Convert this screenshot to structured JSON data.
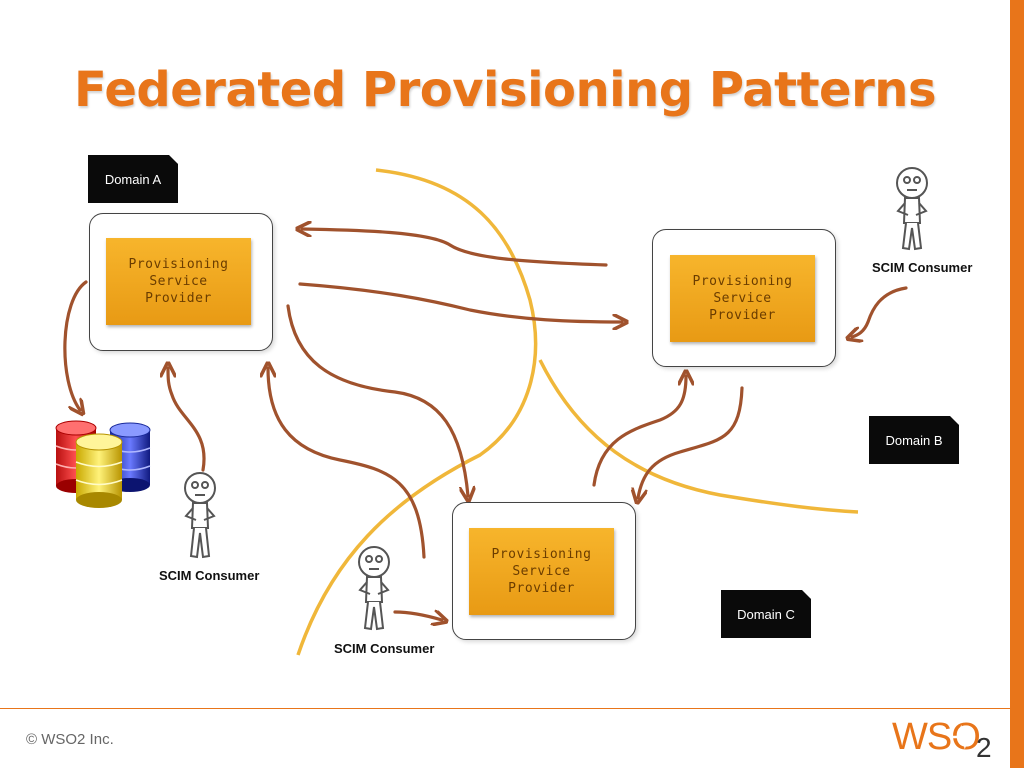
{
  "slide": {
    "title": "Federated Provisioning Patterns"
  },
  "domains": [
    {
      "id": "a",
      "label": "Domain A"
    },
    {
      "id": "b",
      "label": "Domain B"
    },
    {
      "id": "c",
      "label": "Domain C"
    }
  ],
  "service_providers": [
    {
      "id": "a",
      "label": "Provisioning\nService\nProvider"
    },
    {
      "id": "b",
      "label": "Provisioning\nService\nProvider"
    },
    {
      "id": "c",
      "label": "Provisioning\nService\nProvider"
    }
  ],
  "consumers": [
    {
      "id": "a",
      "label": "SCIM Consumer"
    },
    {
      "id": "b",
      "label": "SCIM Consumer"
    },
    {
      "id": "c",
      "label": "SCIM Consumer"
    }
  ],
  "colors": {
    "accent": "#e8751a",
    "arrow": "#a0522d",
    "boundary": "#f0b73a",
    "box_fill": "#f0a820"
  },
  "footer": {
    "copyright": "© WSO2 Inc.",
    "logo_text": "WSO",
    "logo_subscript": "2"
  }
}
